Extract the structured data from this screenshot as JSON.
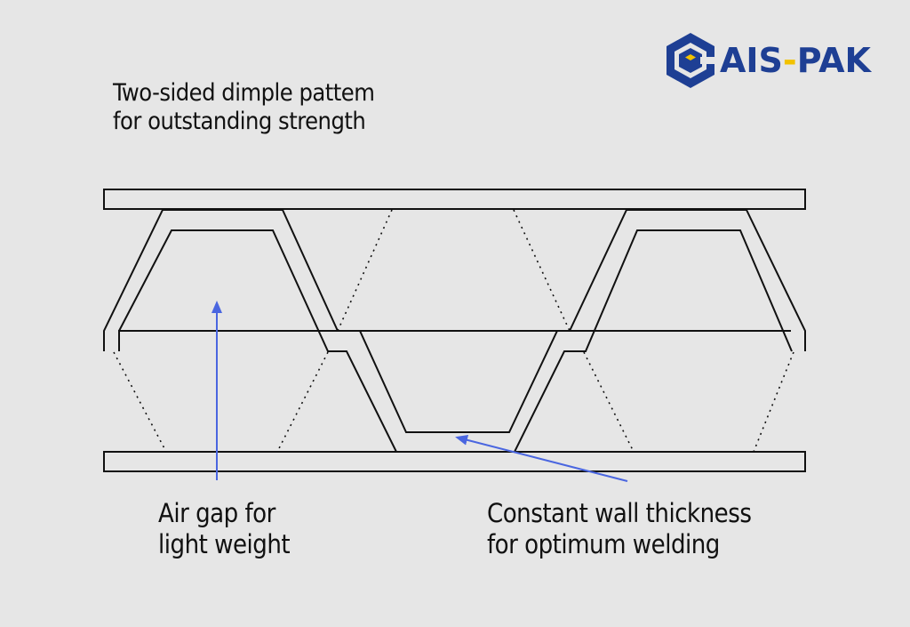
{
  "colors": {
    "background": "#e6e6e6",
    "outline": "#111111",
    "arrow": "#4a66e0",
    "brand_blue": "#1e3f94",
    "brand_yellow": "#f2c200"
  },
  "logo": {
    "icon": "hexagon-cube-logo-icon",
    "text_left": "AIS",
    "text_dash": "-",
    "text_right": "PAK"
  },
  "title": {
    "line1": "Two-sided dimple pattem",
    "line2": "for outstanding strength"
  },
  "annotations": {
    "air_gap": {
      "line1": "Air gap for",
      "line2": "light weight"
    },
    "wall": {
      "line1": "Constant wall thickness",
      "line2": "for optimum welding"
    }
  }
}
